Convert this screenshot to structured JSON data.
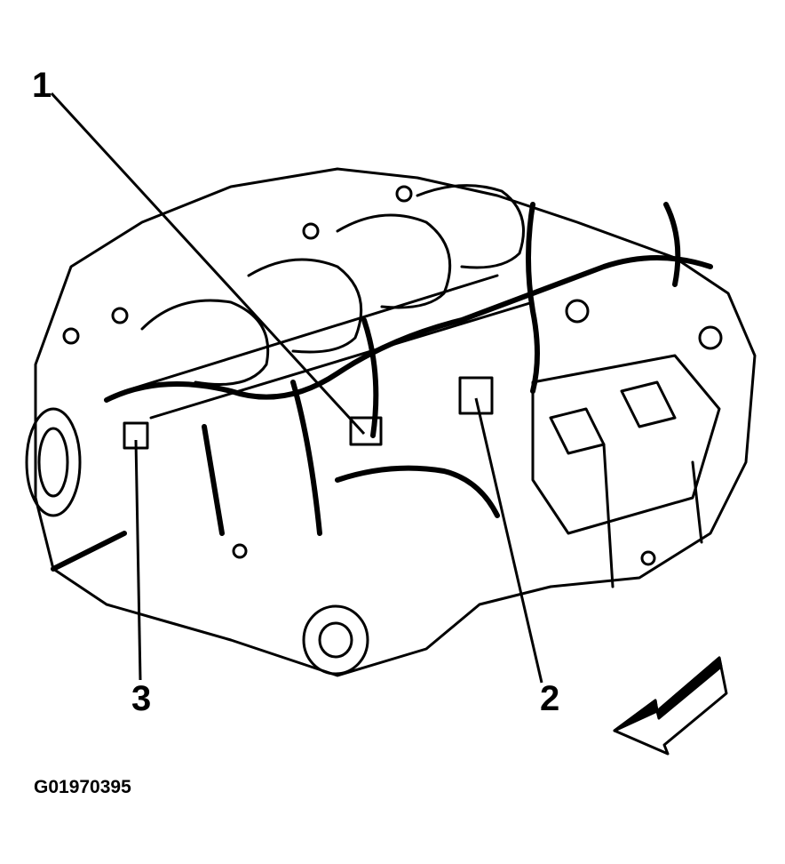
{
  "figure": {
    "id": "G01970395",
    "callouts": [
      {
        "label": "1"
      },
      {
        "label": "2"
      },
      {
        "label": "3"
      }
    ],
    "direction_arrow_icon": "front-direction-arrow-icon"
  }
}
